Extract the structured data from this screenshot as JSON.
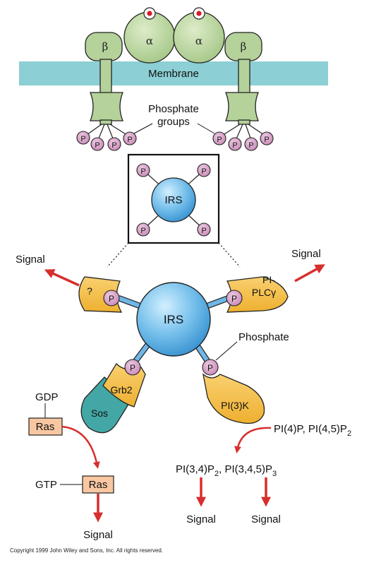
{
  "membrane": {
    "label": "Membrane",
    "beta_label": "β",
    "alpha_label": "α",
    "phosphate_groups_line1": "Phosphate",
    "phosphate_groups_line2": "groups"
  },
  "p_label": "P",
  "inset": {
    "irs_label": "IRS"
  },
  "center": {
    "irs_label": "IRS",
    "unknown_label": "?",
    "plc_line1": "PI-",
    "plc_line2": "PLCγ",
    "phosphate_label": "Phosphate",
    "grb2_label": "Grb2",
    "sos_label": "Sos",
    "pi3k_label": "PI(3)K"
  },
  "signals": {
    "left": "Signal",
    "right": "Signal",
    "ras_bottom": "Signal",
    "pi_left": "Signal",
    "pi_right": "Signal"
  },
  "ras_pathway": {
    "gdp_label": "GDP",
    "ras_top_label": "Ras",
    "gtp_label": "GTP",
    "ras_bottom_label": "Ras"
  },
  "pi_pathway": {
    "substrates_main": "PI(4)P, PI(4,5)P",
    "substrates_sub": "2",
    "products_part1": "PI(3,4)P",
    "products_sub1": "2",
    "products_part2": ", PI(3,4,5)P",
    "products_sub2": "3"
  },
  "copyright": "Copyright 1999 John Wiley and Sons, Inc. All rights reserved.",
  "colors": {
    "membrane": "#8ccfd4",
    "receptor": "#b4d29a",
    "phosphate": "#d7a0c8",
    "irs": "#5fb2e6",
    "adapter_yellow": "#f6c14c",
    "sos_teal": "#43a7a5",
    "ras_box": "#f8c7a2",
    "arrow_red": "#d72e2e"
  }
}
